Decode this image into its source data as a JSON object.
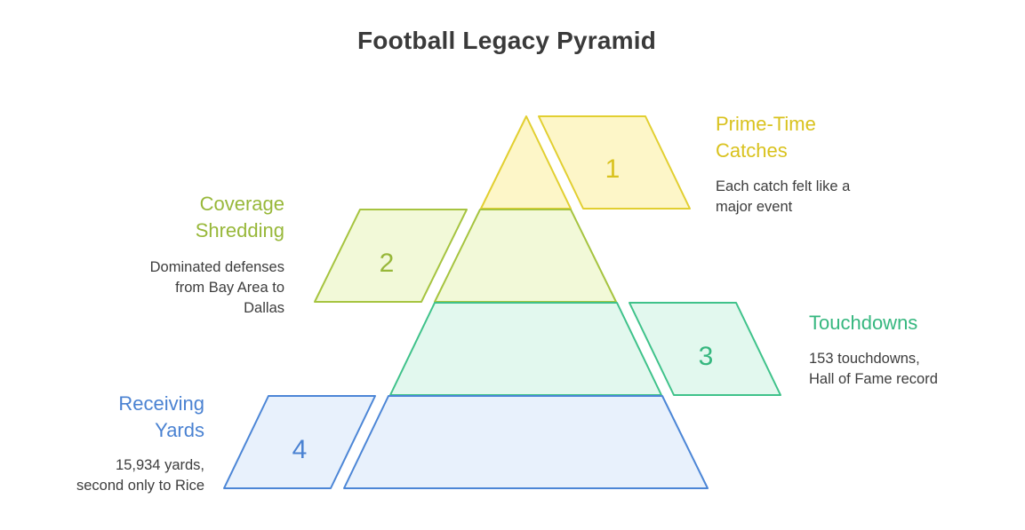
{
  "title": "Football Legacy Pyramid",
  "colors": {
    "level1": {
      "stroke": "#e2cf31",
      "fill": "#fdf6c8",
      "text": "#d9c21e"
    },
    "level2": {
      "stroke": "#a6c440",
      "fill": "#f2f9d8",
      "text": "#98b83a"
    },
    "level3": {
      "stroke": "#3fc28a",
      "fill": "#e2f8ee",
      "text": "#36b77f"
    },
    "level4": {
      "stroke": "#4c86d6",
      "fill": "#e8f1fc",
      "text": "#4a82d2"
    }
  },
  "levels": [
    {
      "number": "1",
      "label_line1": "Prime-Time",
      "label_line2": "Catches",
      "desc_line1": "Each catch felt like a",
      "desc_line2": "major event"
    },
    {
      "number": "2",
      "label_line1": "Coverage",
      "label_line2": "Shredding",
      "desc_line1": "Dominated defenses",
      "desc_line2": "from Bay Area to",
      "desc_line3": "Dallas"
    },
    {
      "number": "3",
      "label_line1": "Touchdowns",
      "desc_line1": "153 touchdowns,",
      "desc_line2": "Hall of Fame record"
    },
    {
      "number": "4",
      "label_line1": "Receiving",
      "label_line2": "Yards",
      "desc_line1": "15,934 yards,",
      "desc_line2": "second only to Rice"
    }
  ]
}
